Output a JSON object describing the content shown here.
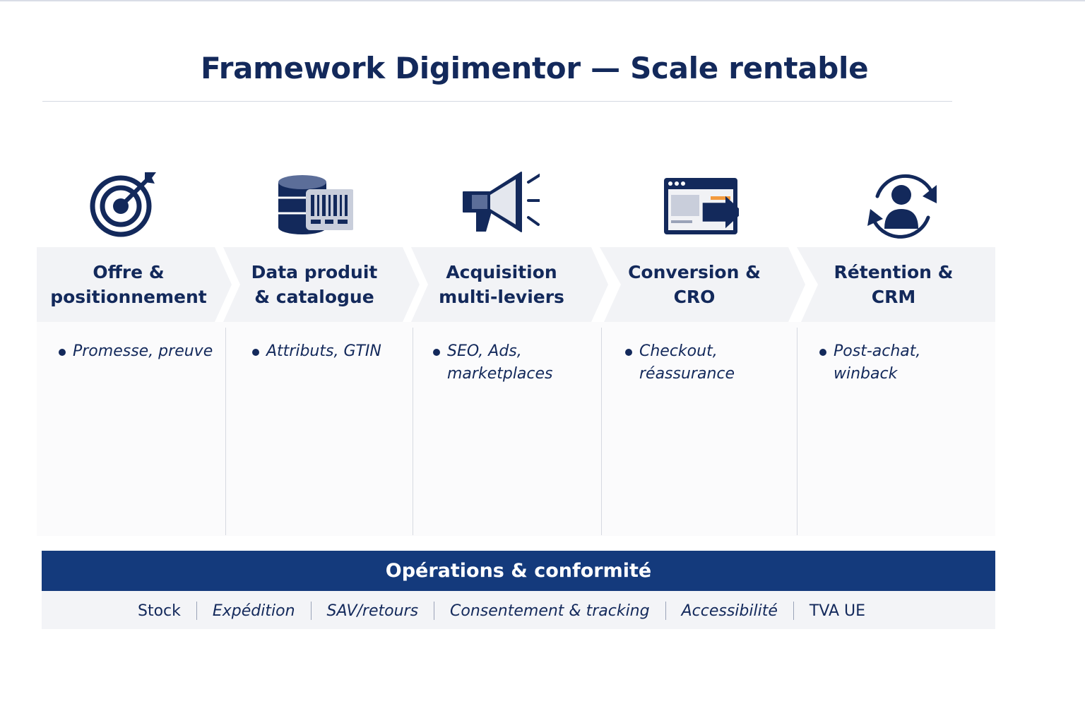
{
  "title": "Framework Digimentor — Scale rentable",
  "stages": [
    {
      "label": "Offre &\npositionnement",
      "icon": "target-arrow-icon",
      "bullet": "Promesse, preuve"
    },
    {
      "label": "Data produit\n& catalogue",
      "icon": "database-barcode-icon",
      "bullet": "Attributs, GTIN"
    },
    {
      "label": "Acquisition\nmulti-leviers",
      "icon": "megaphone-icon",
      "bullet": "SEO, Ads, marketplaces"
    },
    {
      "label": "Conversion &\nCRO",
      "icon": "browser-arrow-icon",
      "bullet": "Checkout, réassurance"
    },
    {
      "label": "Rétention &\nCRM",
      "icon": "user-cycle-icon",
      "bullet": "Post-achat, winback"
    }
  ],
  "operations": {
    "title": "Opérations & conformité",
    "items": [
      "Stock",
      "Expédition",
      "SAV/retours",
      "Consentement & tracking",
      "Accessibilité",
      "TVA UE"
    ]
  },
  "colors": {
    "navy": "#13295b",
    "bar": "#143a7c",
    "chevron_fill": "#f2f3f6",
    "accent": "#f39a3d"
  }
}
